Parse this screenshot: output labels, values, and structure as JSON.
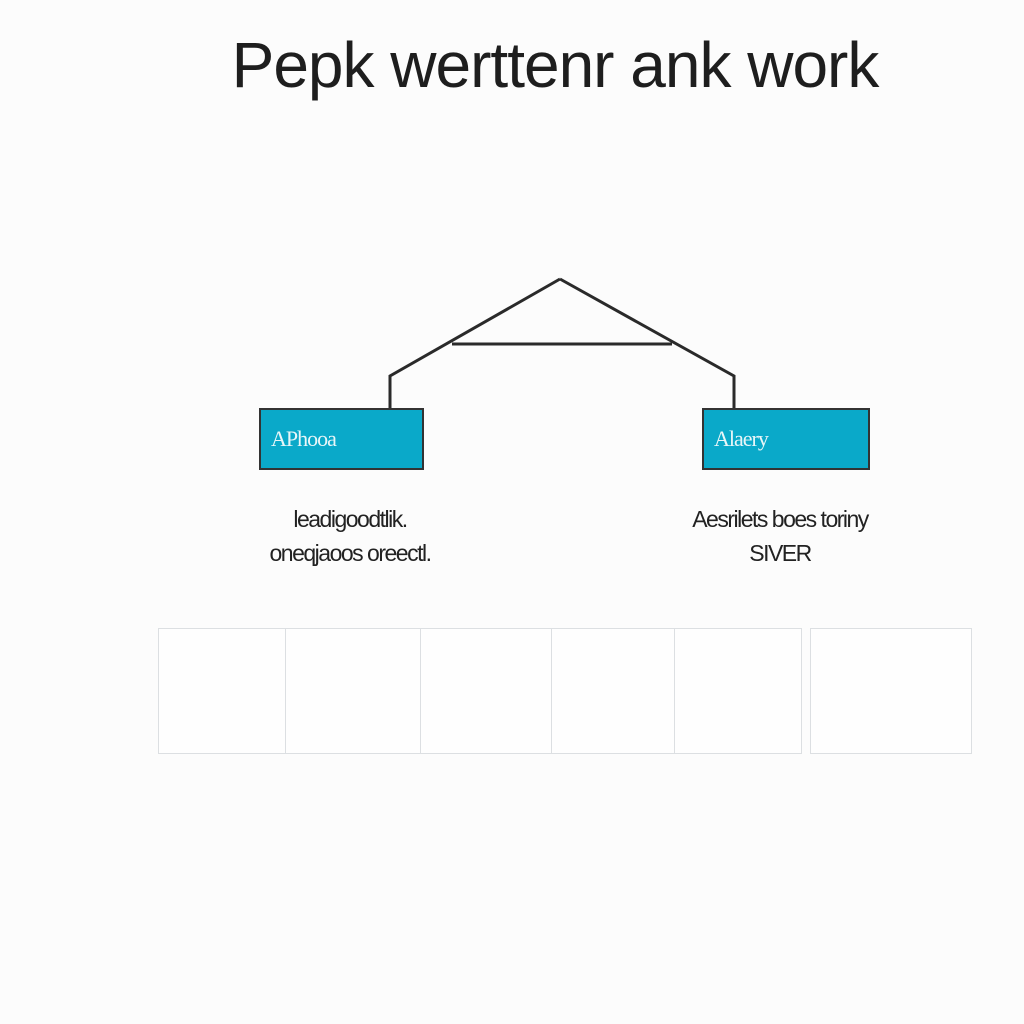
{
  "title": "Pepk werttenr ank work",
  "nodes": {
    "left": {
      "label": "APhooa"
    },
    "right": {
      "label": "Alaery"
    }
  },
  "descriptions": {
    "left": [
      "leadigoodtlik.",
      "oneqjaoos oreectl."
    ],
    "right": [
      "Aesrilets boes toriny",
      "SIVER"
    ]
  },
  "colors": {
    "node_fill": "#0aa9c9",
    "line": "#2a2a2a",
    "cell_border": "#dcdfe2"
  },
  "cells_count": 6
}
